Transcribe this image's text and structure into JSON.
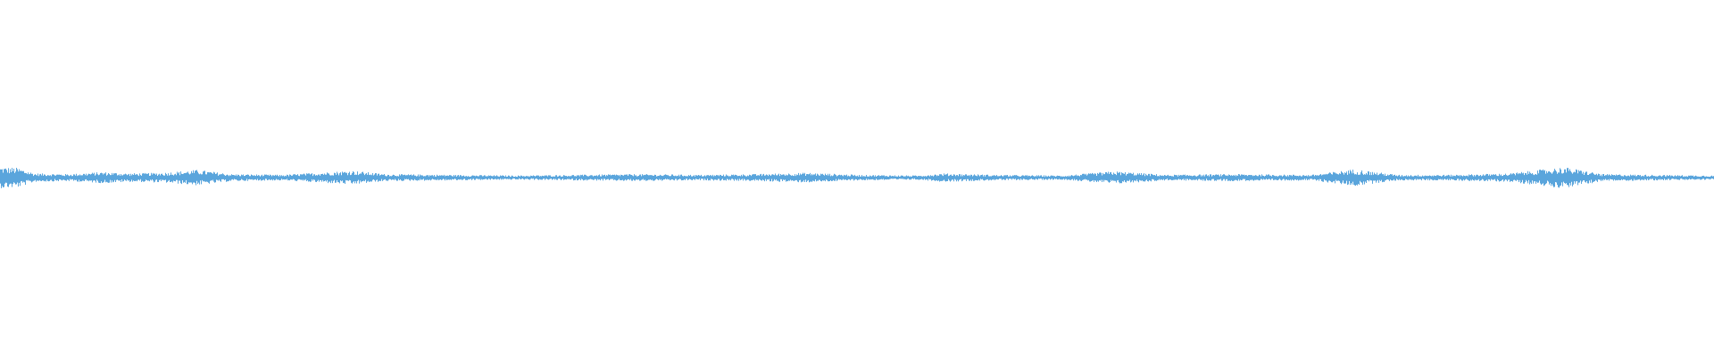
{
  "waveform": {
    "color": "#5aa5dc",
    "background": "#ffffff",
    "amplitude_envelope": [
      {
        "t": 0.0,
        "a": 0.03
      },
      {
        "t": 0.01,
        "a": 0.028
      },
      {
        "t": 0.02,
        "a": 0.012
      },
      {
        "t": 0.04,
        "a": 0.01
      },
      {
        "t": 0.06,
        "a": 0.016
      },
      {
        "t": 0.075,
        "a": 0.012
      },
      {
        "t": 0.095,
        "a": 0.014
      },
      {
        "t": 0.115,
        "a": 0.022
      },
      {
        "t": 0.135,
        "a": 0.01
      },
      {
        "t": 0.165,
        "a": 0.008
      },
      {
        "t": 0.205,
        "a": 0.02
      },
      {
        "t": 0.225,
        "a": 0.01
      },
      {
        "t": 0.265,
        "a": 0.008
      },
      {
        "t": 0.3,
        "a": 0.006
      },
      {
        "t": 0.335,
        "a": 0.008
      },
      {
        "t": 0.37,
        "a": 0.01
      },
      {
        "t": 0.41,
        "a": 0.008
      },
      {
        "t": 0.44,
        "a": 0.01
      },
      {
        "t": 0.47,
        "a": 0.014
      },
      {
        "t": 0.5,
        "a": 0.008
      },
      {
        "t": 0.535,
        "a": 0.006
      },
      {
        "t": 0.55,
        "a": 0.012
      },
      {
        "t": 0.58,
        "a": 0.008
      },
      {
        "t": 0.62,
        "a": 0.006
      },
      {
        "t": 0.65,
        "a": 0.018
      },
      {
        "t": 0.68,
        "a": 0.008
      },
      {
        "t": 0.72,
        "a": 0.01
      },
      {
        "t": 0.765,
        "a": 0.008
      },
      {
        "t": 0.79,
        "a": 0.024
      },
      {
        "t": 0.815,
        "a": 0.008
      },
      {
        "t": 0.845,
        "a": 0.008
      },
      {
        "t": 0.88,
        "a": 0.012
      },
      {
        "t": 0.912,
        "a": 0.03
      },
      {
        "t": 0.935,
        "a": 0.01
      },
      {
        "t": 0.965,
        "a": 0.008
      },
      {
        "t": 1.0,
        "a": 0.006
      }
    ]
  }
}
